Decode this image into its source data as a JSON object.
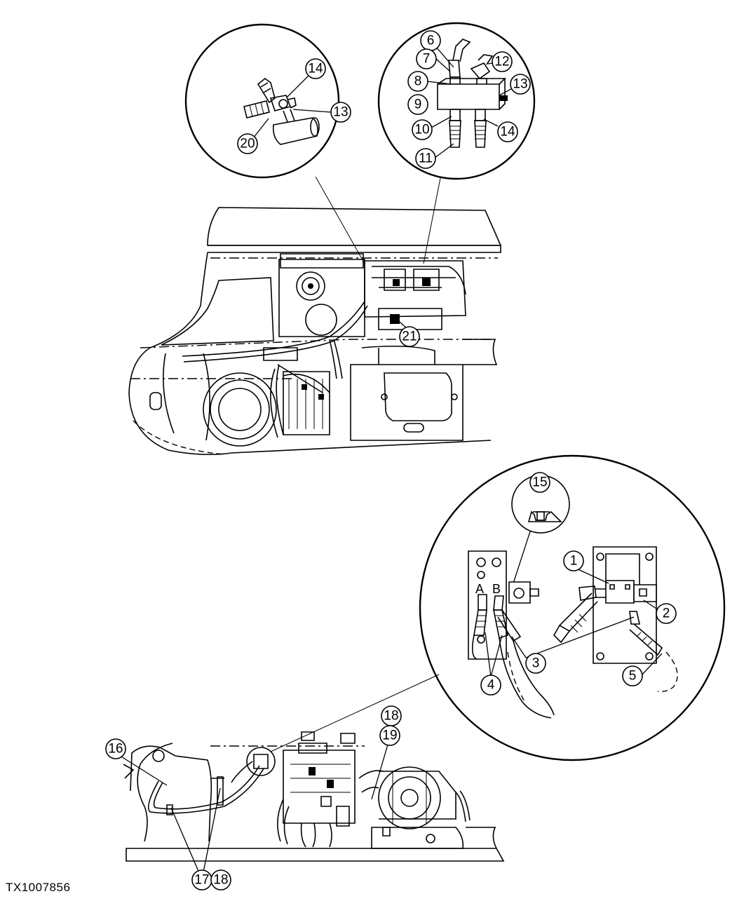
{
  "figure_id": "TX1007856",
  "callouts": {
    "c1": "1",
    "c2": "2",
    "c3": "3",
    "c4": "4",
    "c5": "5",
    "c6": "6",
    "c7": "7",
    "c8": "8",
    "c9": "9",
    "c10": "10",
    "c11": "11",
    "c12": "12",
    "c13a": "13",
    "c13b": "13",
    "c14a": "14",
    "c14b": "14",
    "c15": "15",
    "c16": "16",
    "c17": "17",
    "c18a": "18",
    "c18b": "18",
    "c19": "19",
    "c20": "20",
    "c21": "21"
  },
  "port_labels": {
    "a": "A",
    "b": "B"
  }
}
